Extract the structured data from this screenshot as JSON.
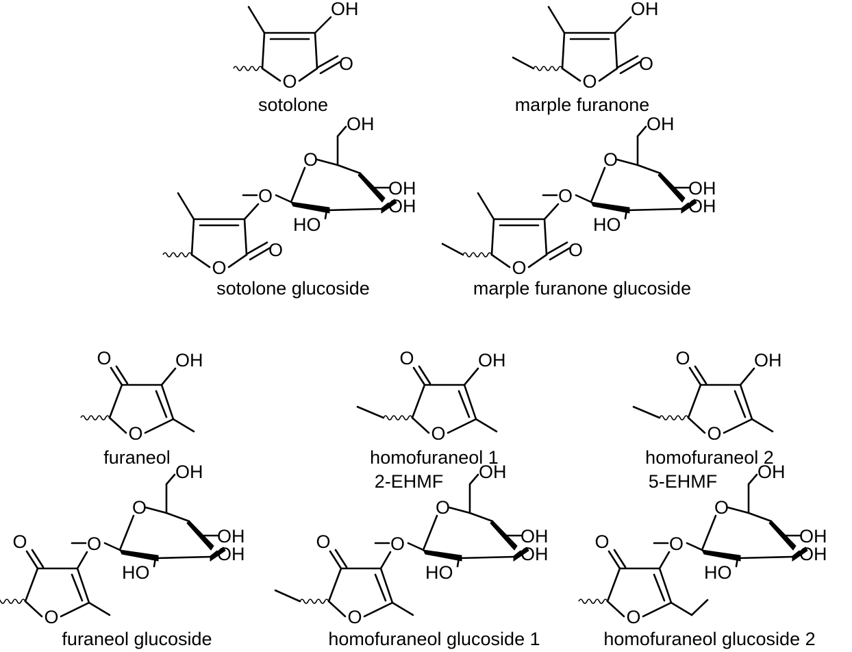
{
  "atoms": {
    "oh": "OH",
    "ho": "HO",
    "o": "O"
  },
  "molecules": {
    "sotolone": "sotolone",
    "marple": "marple furanone",
    "sotolone_glc": "sotolone glucoside",
    "marple_glc": "marple furanone glucoside",
    "furaneol": "furaneol",
    "homo1": "homofuraneol 1",
    "homo1_alt": "2-EHMF",
    "homo2": "homofuraneol 2",
    "homo2_alt": "5-EHMF",
    "furaneol_glc": "furaneol glucoside",
    "homo_glc1": "homofuraneol glucoside 1",
    "homo_glc2": "homofuraneol glucoside 2"
  },
  "colors": {
    "ink": "#000000",
    "background": "#ffffff"
  }
}
